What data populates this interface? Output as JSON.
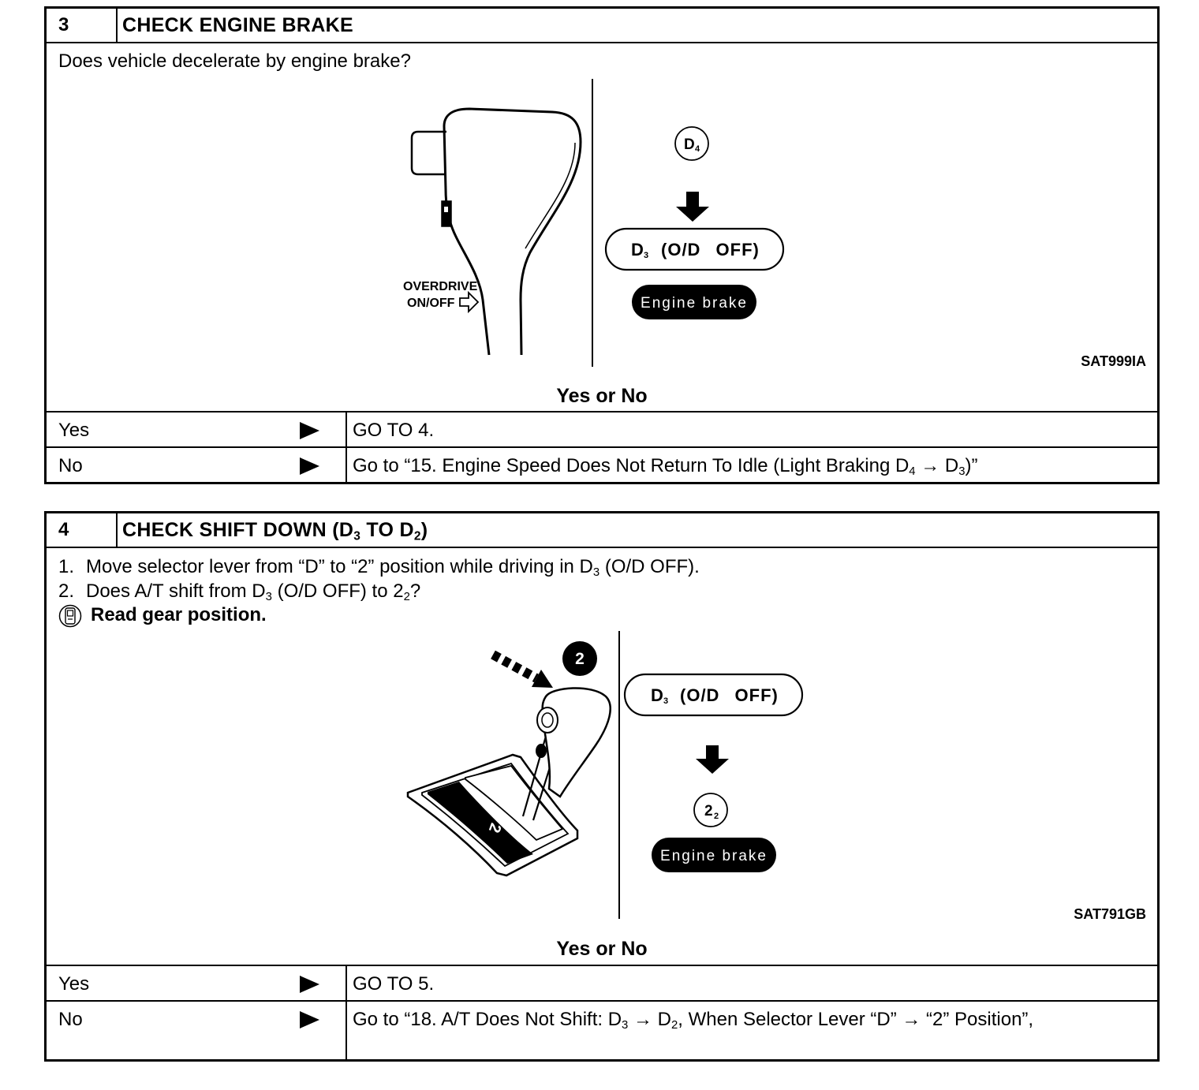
{
  "icons": {
    "answer_arrow": "right-triangle-icon",
    "flow_arrow": "down-arrow-icon",
    "consult": "consult-tool-icon",
    "motion_arrow": "dashed-motion-arrow-icon"
  },
  "step3": {
    "number": "3",
    "title": "CHECK ENGINE BRAKE",
    "question": "Does vehicle decelerate by engine brake?",
    "figure": {
      "lever_label": [
        "OVERDRIVE",
        "ON/OFF"
      ],
      "start_position": {
        "letter": "D",
        "sub": "4"
      },
      "selected_mode": {
        "letter": "D",
        "sub": "3",
        "text": "(O/D OFF)"
      },
      "result": "Engine brake",
      "figure_code": "SAT999IA"
    },
    "decision_prompt": "Yes or No",
    "yes": {
      "label": "Yes",
      "action": "GO TO 4."
    },
    "no": {
      "label": "No",
      "action_parts": [
        "Go to “15. Engine Speed Does Not Return To Idle (Light Braking D",
        "4",
        " → D",
        "3",
        ")”"
      ]
    }
  },
  "step4": {
    "number": "4",
    "title_parts": [
      "CHECK SHIFT DOWN (D",
      "3",
      " TO D",
      "2",
      ")"
    ],
    "instructions": [
      {
        "num": "1.",
        "parts": [
          "Move selector lever from “D” to “2” position while driving in D",
          "3",
          " (O/D OFF)."
        ]
      },
      {
        "num": "2.",
        "parts": [
          "Does A/T shift from D",
          "3",
          " (O/D OFF) to 2",
          "2",
          "?"
        ]
      }
    ],
    "note": "Read gear position.",
    "figure": {
      "selector_badge": "2",
      "gate_label": "2",
      "selected_mode": {
        "letter": "D",
        "sub": "3",
        "text": "(O/D OFF)"
      },
      "target_position": {
        "main": "2",
        "sub": "2"
      },
      "result": "Engine brake",
      "figure_code": "SAT791GB"
    },
    "decision_prompt": "Yes or No",
    "yes": {
      "label": "Yes",
      "action": "GO TO 5."
    },
    "no": {
      "label": "No",
      "action_parts": [
        "Go to “18. A/T Does Not Shift: D",
        "3",
        " → D",
        "2",
        ", When Selector Lever “D” → “2” Position”,"
      ]
    }
  }
}
